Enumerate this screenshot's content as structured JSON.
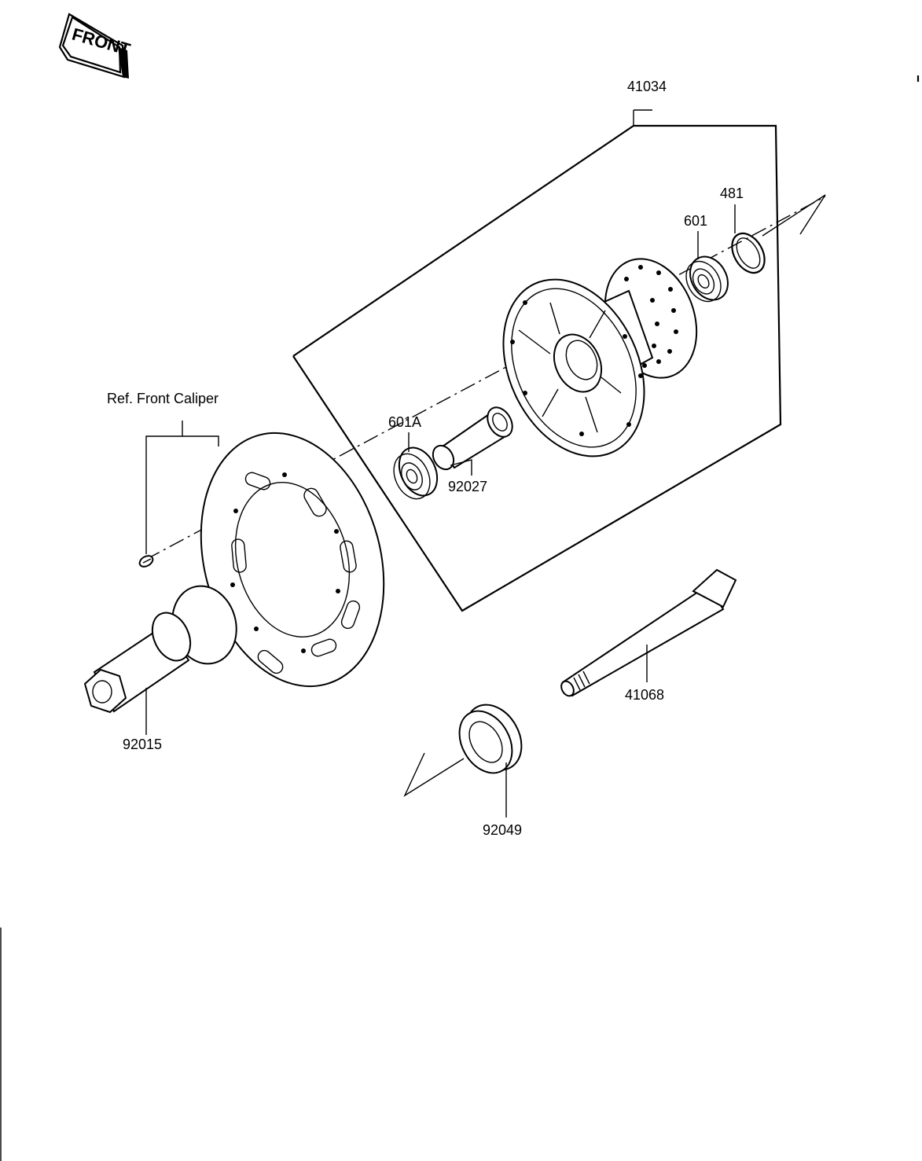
{
  "front_marker": {
    "text": "FRONT"
  },
  "reference": {
    "text": "Ref. Front  Caliper"
  },
  "parts": [
    {
      "id": "41034",
      "name": "hub assembly"
    },
    {
      "id": "481",
      "name": "circlip"
    },
    {
      "id": "601",
      "name": "ball bearing"
    },
    {
      "id": "601A",
      "name": "ball bearing"
    },
    {
      "id": "92027",
      "name": "collar"
    },
    {
      "id": "41068",
      "name": "axle"
    },
    {
      "id": "92015",
      "name": "nut"
    },
    {
      "id": "92049",
      "name": "oil seal"
    }
  ]
}
